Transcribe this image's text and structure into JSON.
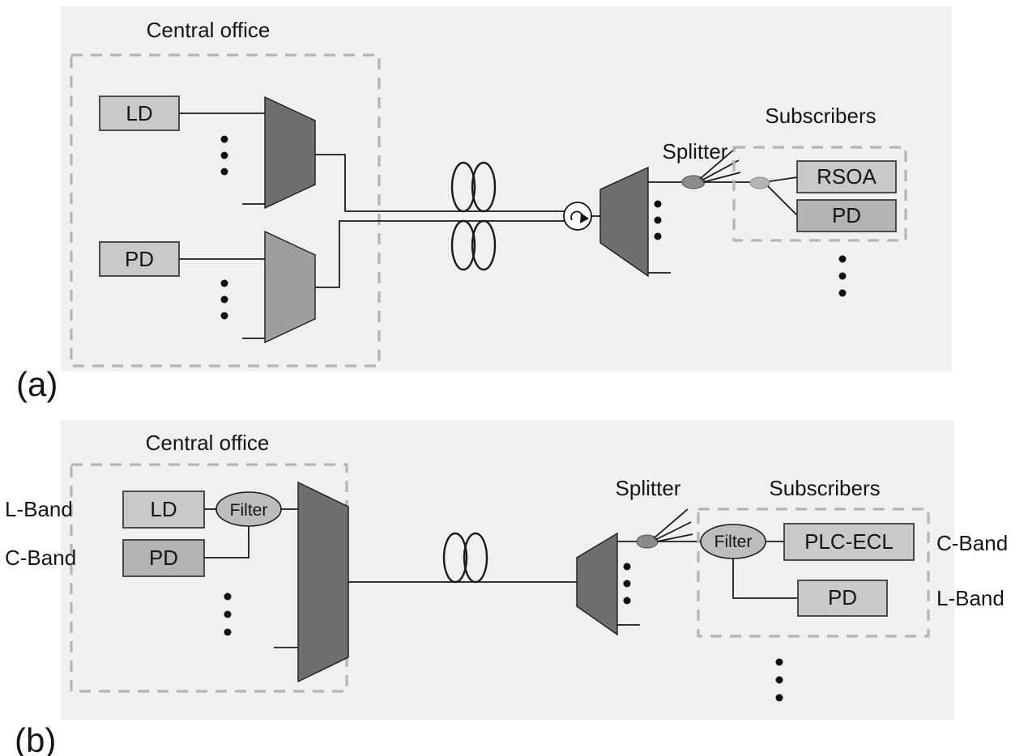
{
  "figure": {
    "colors": {
      "panel_bg": "#f0f0f0",
      "box_fill": "#c9c9c9",
      "box_fill_alt": "#b3b3b3",
      "awg_dark": "#6f6f6f",
      "awg_medium": "#9e9e9e",
      "splitter_fill": "#8c8c8c",
      "filter_fill": "#bdbdbd",
      "dashed_border": "#b5b5b5",
      "line_color": "#1a1a1a"
    },
    "icons": {
      "ellipsis_vertical": "⋮",
      "circulator_arrow": "↻",
      "fiber_coil": "double-ellipse-loop",
      "awg_router": "trapezoid",
      "power_splitter": "ellipse-with-fanout"
    },
    "panel_a": {
      "tag": "(a)",
      "central_office_label": "Central office",
      "ld_label": "LD",
      "pd_label": "PD",
      "splitter_label": "Splitter",
      "subscribers_label": "Subscribers",
      "rsoa_label": "RSOA",
      "subscriber_pd_label": "PD"
    },
    "panel_b": {
      "tag": "(b)",
      "central_office_label": "Central office",
      "l_band_label": "L-Band",
      "c_band_label": "C-Band",
      "ld_label": "LD",
      "pd_label": "PD",
      "filter_label": "Filter",
      "splitter_label": "Splitter",
      "subscribers_label": "Subscribers",
      "subscriber_filter_label": "Filter",
      "plc_ecl_label": "PLC-ECL",
      "subscriber_pd_label": "PD",
      "c_band_right_label": "C-Band",
      "l_band_right_label": "L-Band"
    }
  }
}
